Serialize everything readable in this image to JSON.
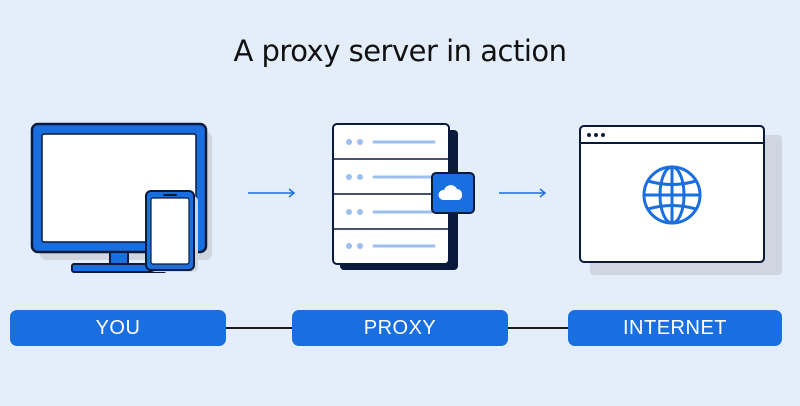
{
  "title": "A proxy server in action",
  "labels": {
    "you": "YOU",
    "proxy": "PROXY",
    "internet": "INTERNET"
  },
  "icons": [
    "monitor-icon",
    "phone-icon",
    "server-rack-icon",
    "cloud-icon",
    "browser-window-icon",
    "globe-icon",
    "arrow-right-icon"
  ],
  "colors": {
    "background": "#e3eefa",
    "accent": "#1a6fe0",
    "outline": "#0a1a3d",
    "shadow": "#cfd6df"
  }
}
